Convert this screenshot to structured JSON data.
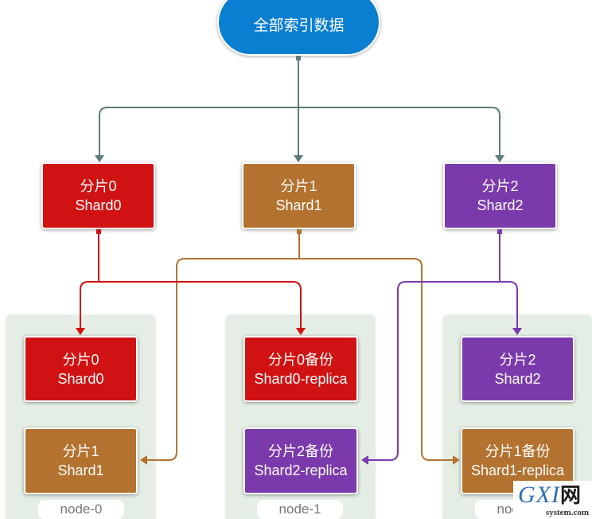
{
  "root": {
    "label": "全部索引数据"
  },
  "colors": {
    "root": "#0a7ed1",
    "connector": "#5e7b7c",
    "shard0": "#d01212",
    "shard1": "#b3722f",
    "shard2": "#7b3aab",
    "node_bg": "#e5eee4"
  },
  "primaries": [
    {
      "title": "分片0",
      "subtitle": "Shard0"
    },
    {
      "title": "分片1",
      "subtitle": "Shard1"
    },
    {
      "title": "分片2",
      "subtitle": "Shard2"
    }
  ],
  "nodes": [
    {
      "name": "node-0",
      "slots": [
        {
          "title": "分片0",
          "subtitle": "Shard0"
        },
        {
          "title": "分片1",
          "subtitle": "Shard1"
        }
      ]
    },
    {
      "name": "node-1",
      "slots": [
        {
          "title": "分片0备份",
          "subtitle": "Shard0-replica"
        },
        {
          "title": "分片2备份",
          "subtitle": "Shard2-replica"
        }
      ]
    },
    {
      "name": "node-2",
      "slots": [
        {
          "title": "分片2",
          "subtitle": "Shard2"
        },
        {
          "title": "分片1备份",
          "subtitle": "Shard1-replica"
        }
      ]
    }
  ],
  "watermark": {
    "logo_latin": "GXI",
    "logo_cn": "网",
    "site": "system.com"
  }
}
